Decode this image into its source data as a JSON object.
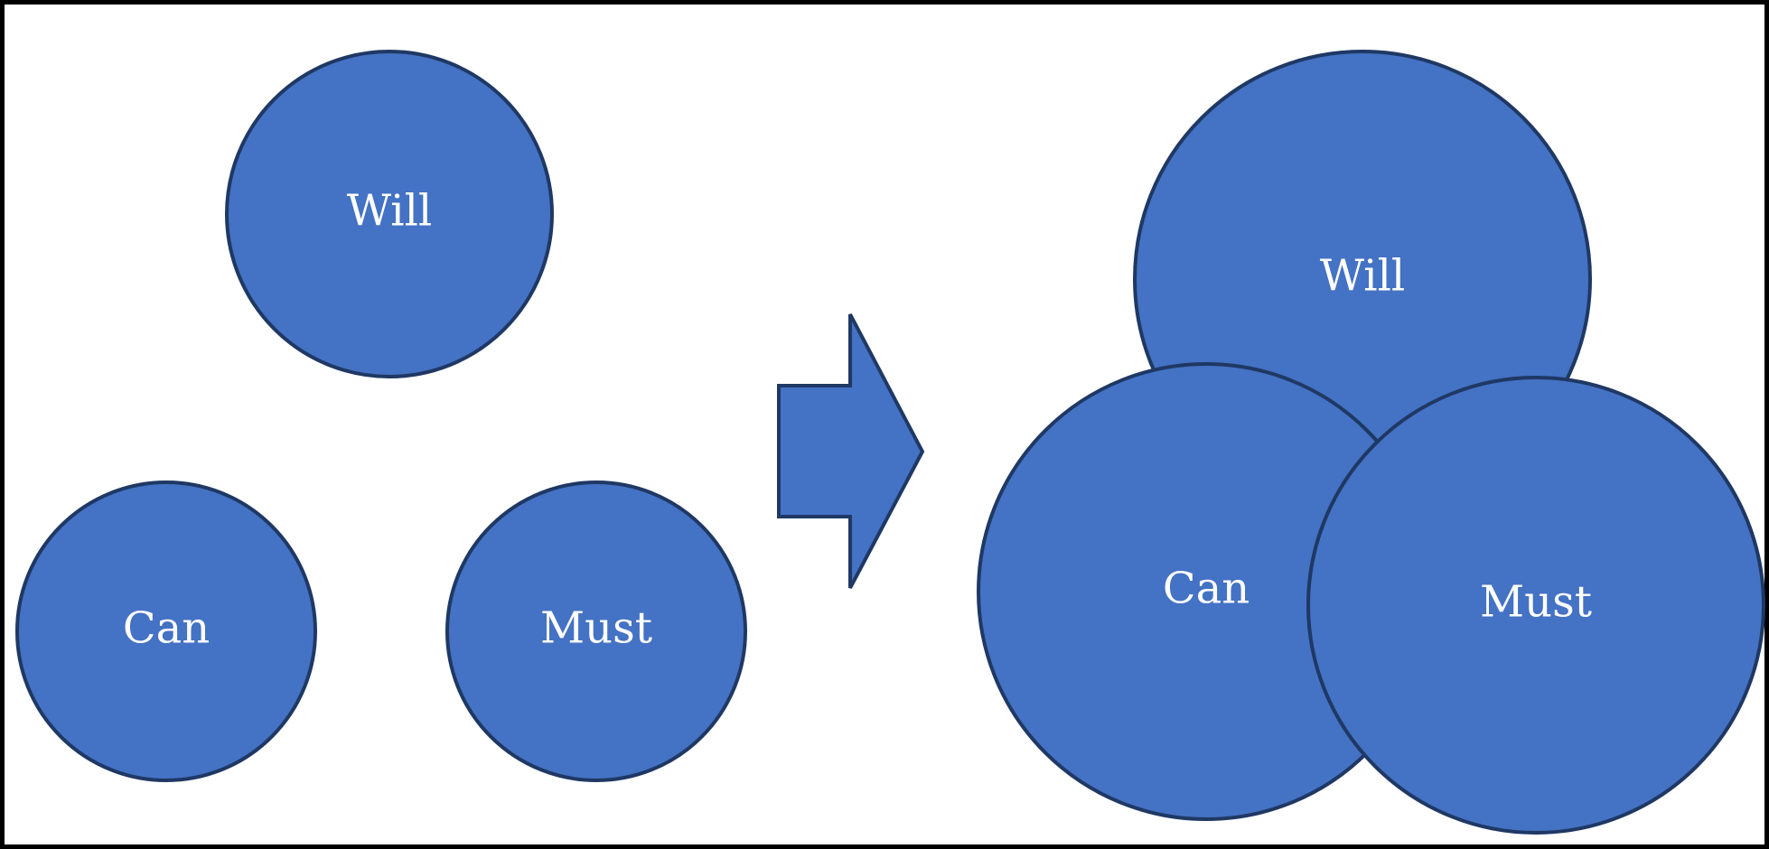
{
  "colors": {
    "circle_fill": "#4472c4",
    "circle_stroke": "#1f3864",
    "label_text": "#ffffff",
    "canvas_background": "#ffffff",
    "outer_border": "#000000"
  },
  "before": {
    "will": {
      "label": "Will"
    },
    "can": {
      "label": "Can"
    },
    "must": {
      "label": "Must"
    }
  },
  "arrow": {
    "direction": "right"
  },
  "after": {
    "will": {
      "label": "Will"
    },
    "can": {
      "label": "Can"
    },
    "must": {
      "label": "Must"
    }
  }
}
